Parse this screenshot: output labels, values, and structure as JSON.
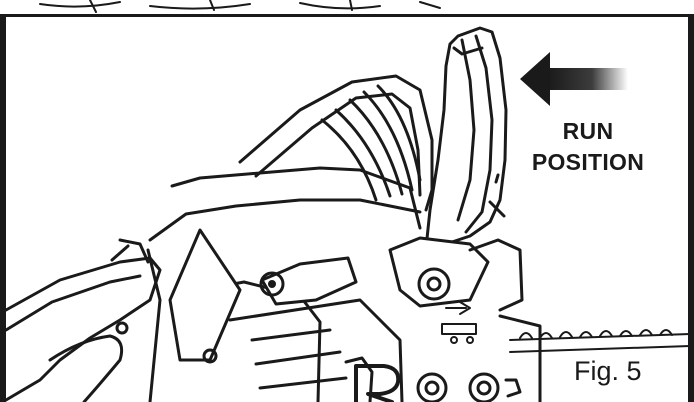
{
  "labels": {
    "run": "RUN",
    "position": "POSITION",
    "figure": "Fig. 5"
  },
  "palette": {
    "ink": "#1a1a1a",
    "background": "#ffffff",
    "arrow_fade": "#ffffff"
  },
  "icons": {
    "pointer": "arrow-left-icon",
    "logo": "r-logo-icon"
  }
}
